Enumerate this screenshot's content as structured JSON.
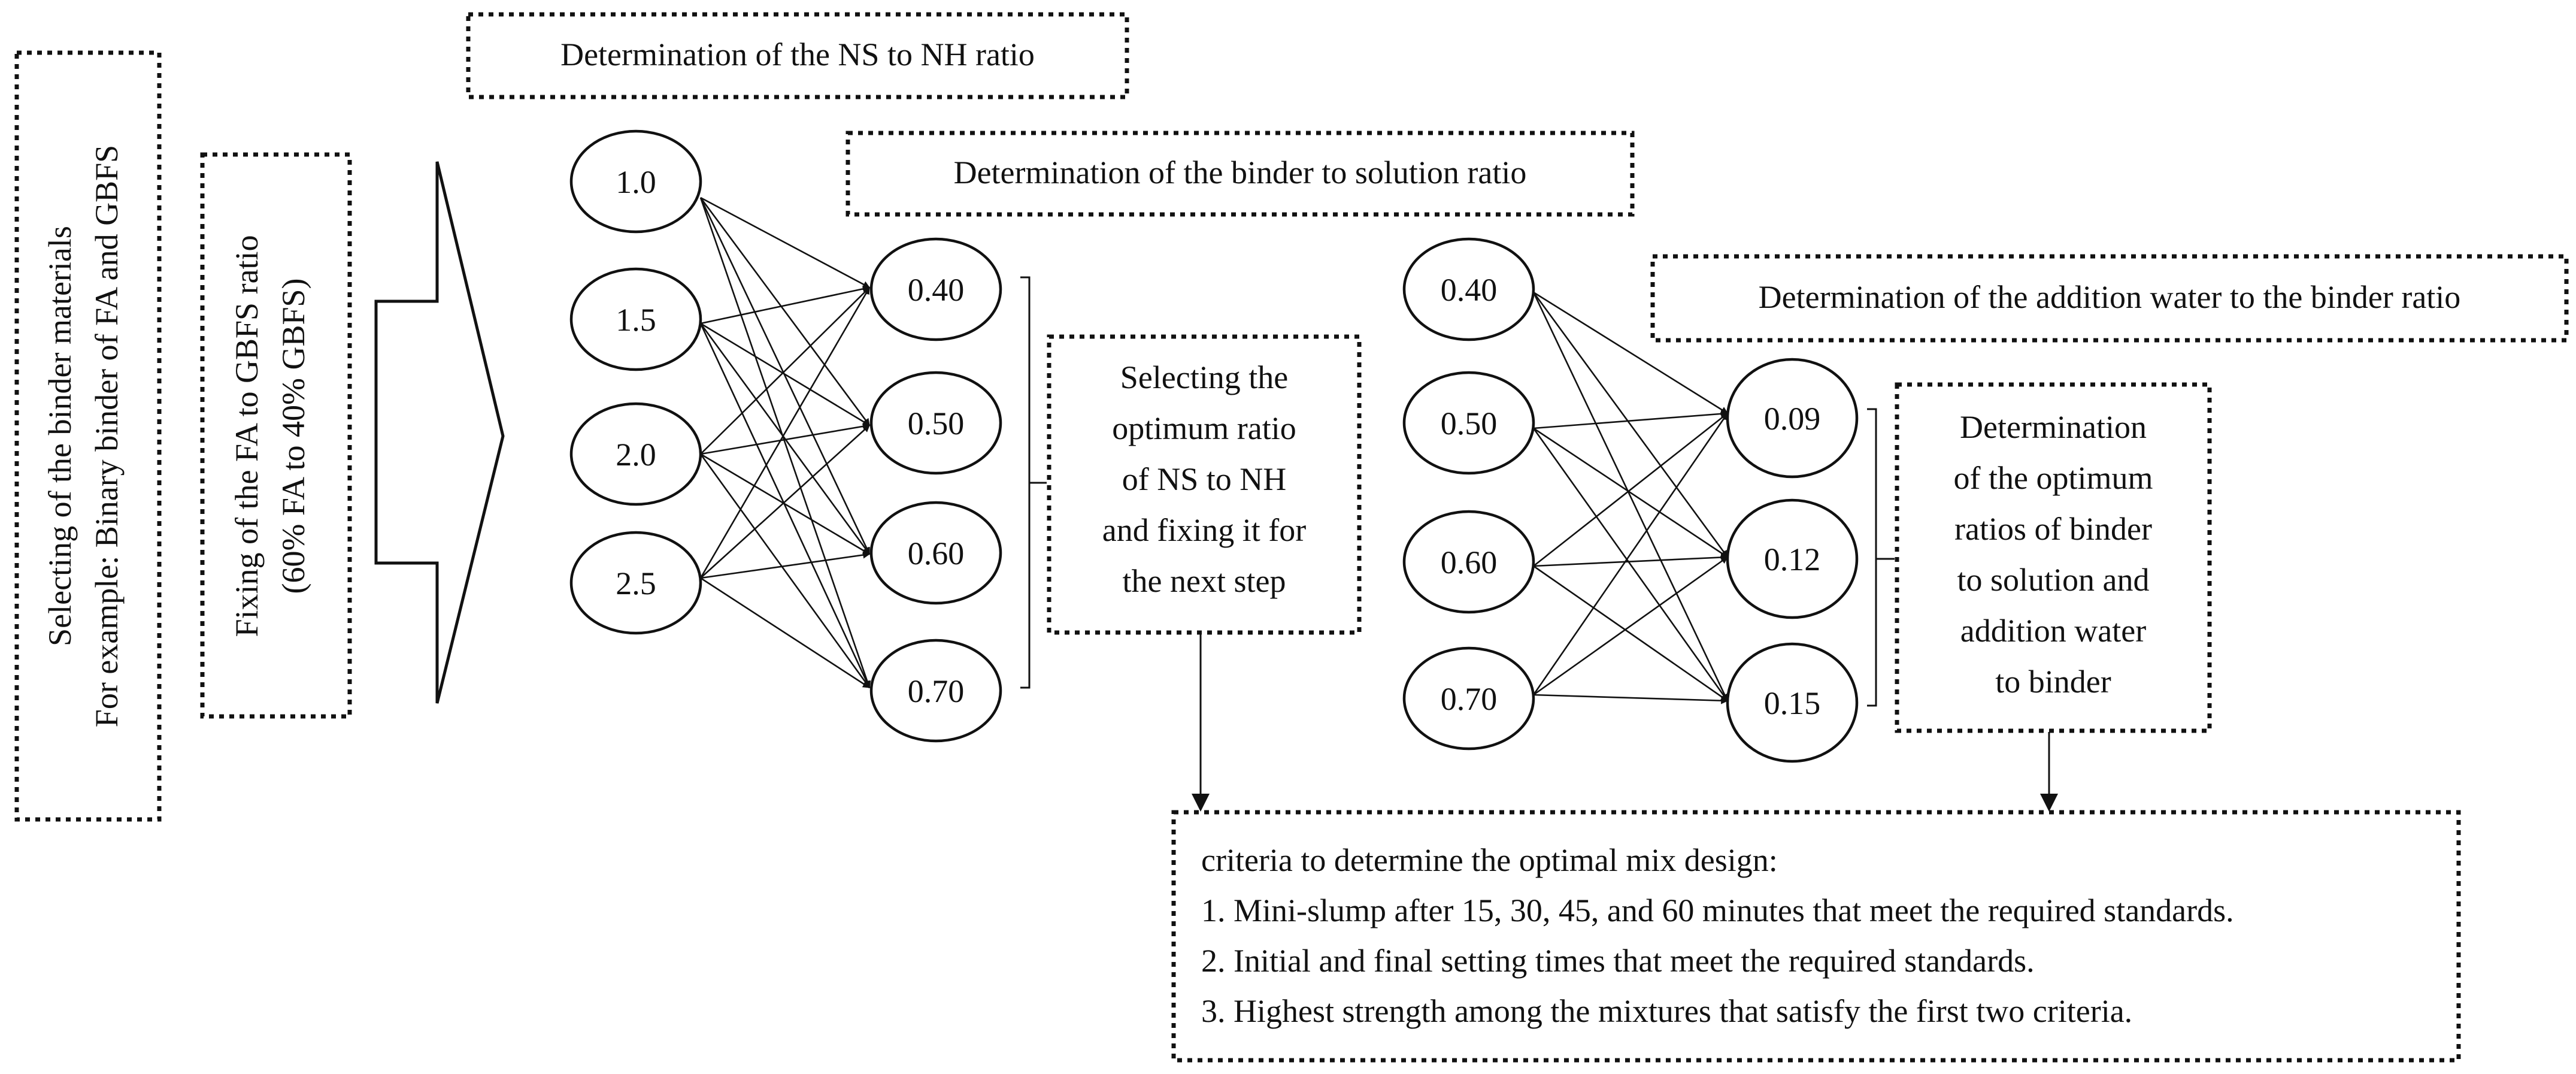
{
  "boxes": {
    "binder_selection": [
      "Selecting of the binder materials",
      "For example: Binary binder of FA and GBFS"
    ],
    "fa_gbfs_ratio": [
      "Fixing of the FA to GBFS ratio",
      "(60% FA to 40% GBFS)"
    ],
    "ns_nh_title": "Determination of the NS to NH ratio",
    "binder_solution_title": "Determination of the binder to solution ratio",
    "water_binder_title": "Determination of the addition water to the binder ratio",
    "select_optimum": [
      "Selecting the",
      "optimum ratio",
      "of NS to NH",
      "and fixing it for",
      "the next step"
    ],
    "determine_optimum": [
      "Determination",
      "of the optimum",
      "ratios of binder",
      "to solution and",
      "addition water",
      "to binder"
    ],
    "criteria": [
      "criteria to determine the optimal mix design:",
      "1. Mini-slump after 15, 30, 45, and 60 minutes that meet the required standards.",
      "2. Initial and final setting times that meet the required standards.",
      "3. Highest strength among the mixtures that satisfy the first two criteria."
    ]
  },
  "nodes": {
    "ns_nh": [
      "1.0",
      "1.5",
      "2.0",
      "2.5"
    ],
    "binder_solution_a": [
      "0.40",
      "0.50",
      "0.60",
      "0.70"
    ],
    "binder_solution_b": [
      "0.40",
      "0.50",
      "0.60",
      "0.70"
    ],
    "water_binder": [
      "0.09",
      "0.12",
      "0.15"
    ]
  }
}
